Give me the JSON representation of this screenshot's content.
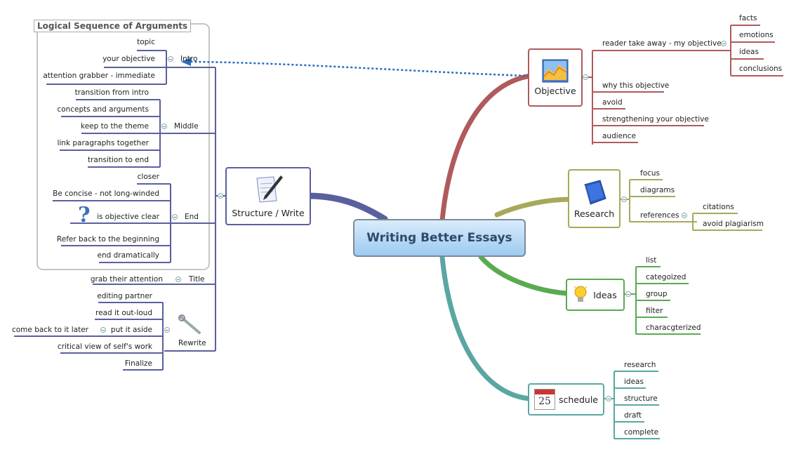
{
  "central": "Writing Better Essays",
  "boundary_title": "Logical Sequence of Arguments",
  "topics": {
    "objective": "Objective",
    "research": "Research",
    "ideas": "Ideas",
    "schedule": "schedule",
    "structure": "Structure / Write"
  },
  "objective": {
    "reader_take_away": "reader take away - my objective",
    "sub": [
      "facts",
      "emotions",
      "ideas",
      "conclusions"
    ],
    "why": "why this objective",
    "avoid": "avoid",
    "strengthening": "strengthening your objective",
    "audience": "audience"
  },
  "research": {
    "focus": "focus",
    "diagrams": "diagrams",
    "references": "references",
    "citations": "citations",
    "avoid_plagiarism": "avoid plagiarism"
  },
  "ideas": [
    "list",
    "categoized",
    "group",
    "filter",
    "characgterized"
  ],
  "schedule": [
    "research",
    "ideas",
    "structure",
    "draft",
    "complete"
  ],
  "structure": {
    "intro": "Intro",
    "intro_items": [
      "topic",
      "your objective",
      "attention grabber - immediate"
    ],
    "middle": "Middle",
    "middle_items": [
      "transition from intro",
      "concepts and arguments",
      "keep to the theme",
      "link paragraphs together",
      "transition to end"
    ],
    "end": "End",
    "end_items": [
      "closer",
      "Be concise - not long-winded",
      "is objective clear",
      "Refer back to the beginning",
      "end dramatically"
    ],
    "title": "Title",
    "title_item": "grab their attention",
    "rewrite": "Rewrite",
    "rewrite_items": [
      "editing partner",
      "read it out-loud",
      "put it aside",
      "critical view of self's work",
      "Finalize"
    ],
    "put_aside_child": "come back to it later"
  },
  "colors": {
    "objective": "#b05a5c",
    "research": "#a8a85a",
    "ideas": "#5aaa50",
    "schedule": "#5aa7a2",
    "structure": "#5a5f9e",
    "relationship": "#2a6cc0"
  },
  "icons": {
    "objective": "chart-icon",
    "research": "book-icon",
    "ideas": "lightbulb-icon",
    "schedule": "calendar-icon",
    "structure": "pen-document-icon",
    "rewrite": "wrench-icon",
    "question": "question-mark-icon"
  },
  "calendar_day": "25"
}
